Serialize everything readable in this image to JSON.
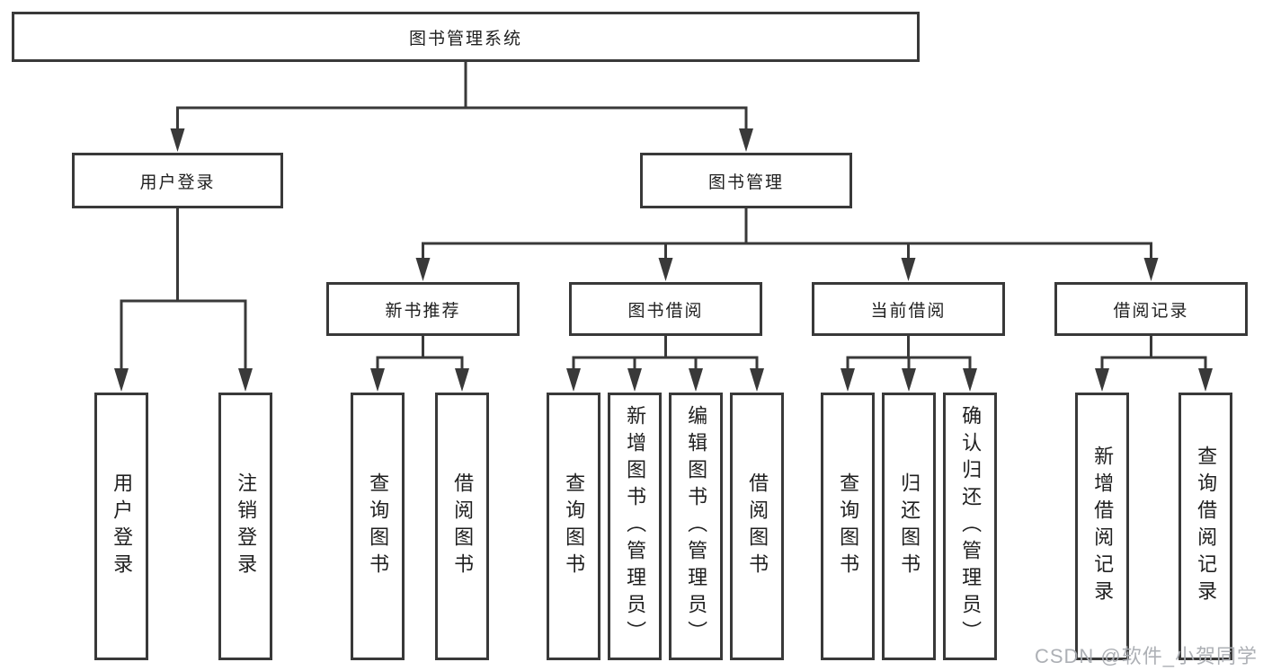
{
  "diagram": {
    "title": "图书管理系统",
    "watermark": "CSDN @软件_小贺同学",
    "colors": {
      "line": "#393939",
      "box_border": "#393939",
      "text": "#1f1f1f",
      "watermark": "#a9acb1",
      "background": "#ffffff"
    },
    "nodes": [
      {
        "id": "root",
        "label": "图书管理系统",
        "parent": null
      },
      {
        "id": "user-login",
        "label": "用户登录",
        "parent": "root"
      },
      {
        "id": "book-mgmt",
        "label": "图书管理",
        "parent": "root"
      },
      {
        "id": "new-book",
        "label": "新书推荐",
        "parent": "book-mgmt"
      },
      {
        "id": "book-borrow",
        "label": "图书借阅",
        "parent": "book-mgmt"
      },
      {
        "id": "current-borrow",
        "label": "当前借阅",
        "parent": "book-mgmt"
      },
      {
        "id": "borrow-record",
        "label": "借阅记录",
        "parent": "book-mgmt"
      },
      {
        "id": "ul-login",
        "label": "用户登录",
        "parent": "user-login"
      },
      {
        "id": "ul-logout",
        "label": "注销登录",
        "parent": "user-login"
      },
      {
        "id": "nb-query",
        "label": "查询图书",
        "parent": "new-book"
      },
      {
        "id": "nb-borrow",
        "label": "借阅图书",
        "parent": "new-book"
      },
      {
        "id": "bb-query",
        "label": "查询图书",
        "parent": "book-borrow"
      },
      {
        "id": "bb-add",
        "label": "新增图书（管理员）",
        "parent": "book-borrow"
      },
      {
        "id": "bb-edit",
        "label": "编辑图书（管理员）",
        "parent": "book-borrow"
      },
      {
        "id": "bb-borrow",
        "label": "借阅图书",
        "parent": "book-borrow"
      },
      {
        "id": "cb-query",
        "label": "查询图书",
        "parent": "current-borrow"
      },
      {
        "id": "cb-return",
        "label": "归还图书",
        "parent": "current-borrow"
      },
      {
        "id": "cb-confirm",
        "label": "确认归还（管理员）",
        "parent": "current-borrow"
      },
      {
        "id": "br-add",
        "label": "新增借阅记录",
        "parent": "borrow-record"
      },
      {
        "id": "br-query",
        "label": "查询借阅记录",
        "parent": "borrow-record"
      }
    ]
  }
}
